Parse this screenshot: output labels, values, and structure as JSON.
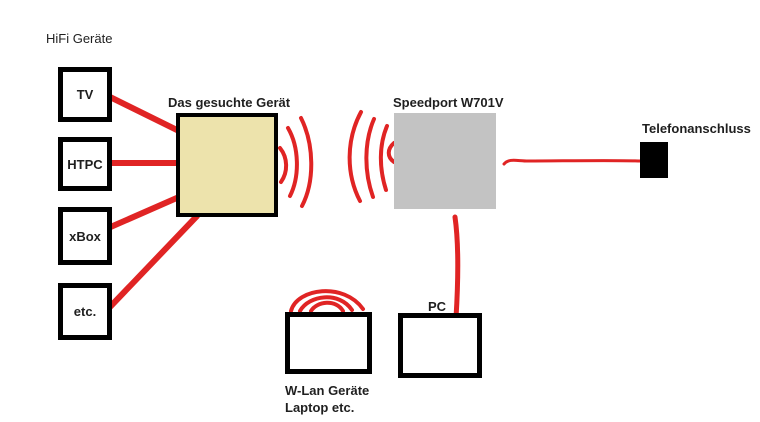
{
  "colors": {
    "red": "#e02424",
    "tan": "#ede3ac",
    "gray": "#c3c3c3",
    "black": "#000000"
  },
  "heading": "HiFi Geräte",
  "hifi_devices": [
    {
      "label": "TV"
    },
    {
      "label": "HTPC"
    },
    {
      "label": "xBox"
    },
    {
      "label": "etc."
    }
  ],
  "target_device": {
    "label": "Das gesuchte Gerät"
  },
  "router": {
    "label": "Speedport W701V"
  },
  "phone_socket": {
    "label": "Telefonanschluss"
  },
  "pc": {
    "label": "PC"
  },
  "wlan_devices": {
    "label_line1": "W-Lan Geräte",
    "label_line2": "Laptop etc."
  }
}
